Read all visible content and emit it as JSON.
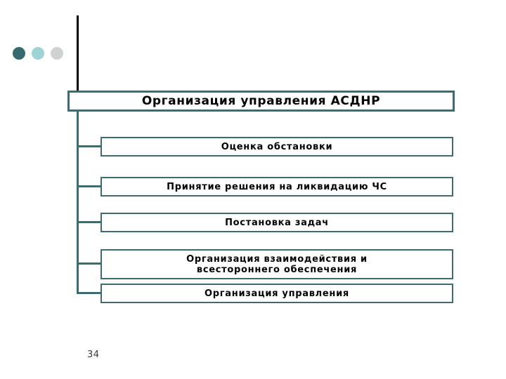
{
  "slide": {
    "page_number": "34",
    "background_color": "#ffffff",
    "accent_color": "#3e6b6e",
    "stem_color": "#000000"
  },
  "decor": {
    "dots": [
      {
        "name": "dot-dark-teal",
        "color": "#366b6e"
      },
      {
        "name": "dot-light-teal",
        "color": "#9ed4d6"
      },
      {
        "name": "dot-light-gray",
        "color": "#d0d2d2"
      }
    ]
  },
  "title": {
    "text": "Организация управления АСДНР"
  },
  "diagram": {
    "type": "vertical-trunk-list",
    "nodes": [
      {
        "id": "n1",
        "text": "Оценка обстановки"
      },
      {
        "id": "n2",
        "text": "Принятие решения на ликвидацию ЧС"
      },
      {
        "id": "n3",
        "text": "Постановка задач"
      },
      {
        "id": "n4",
        "text": "Организация взаимодействия и всестороннего обеспечения"
      },
      {
        "id": "n5",
        "text": "Организация управления"
      }
    ]
  }
}
